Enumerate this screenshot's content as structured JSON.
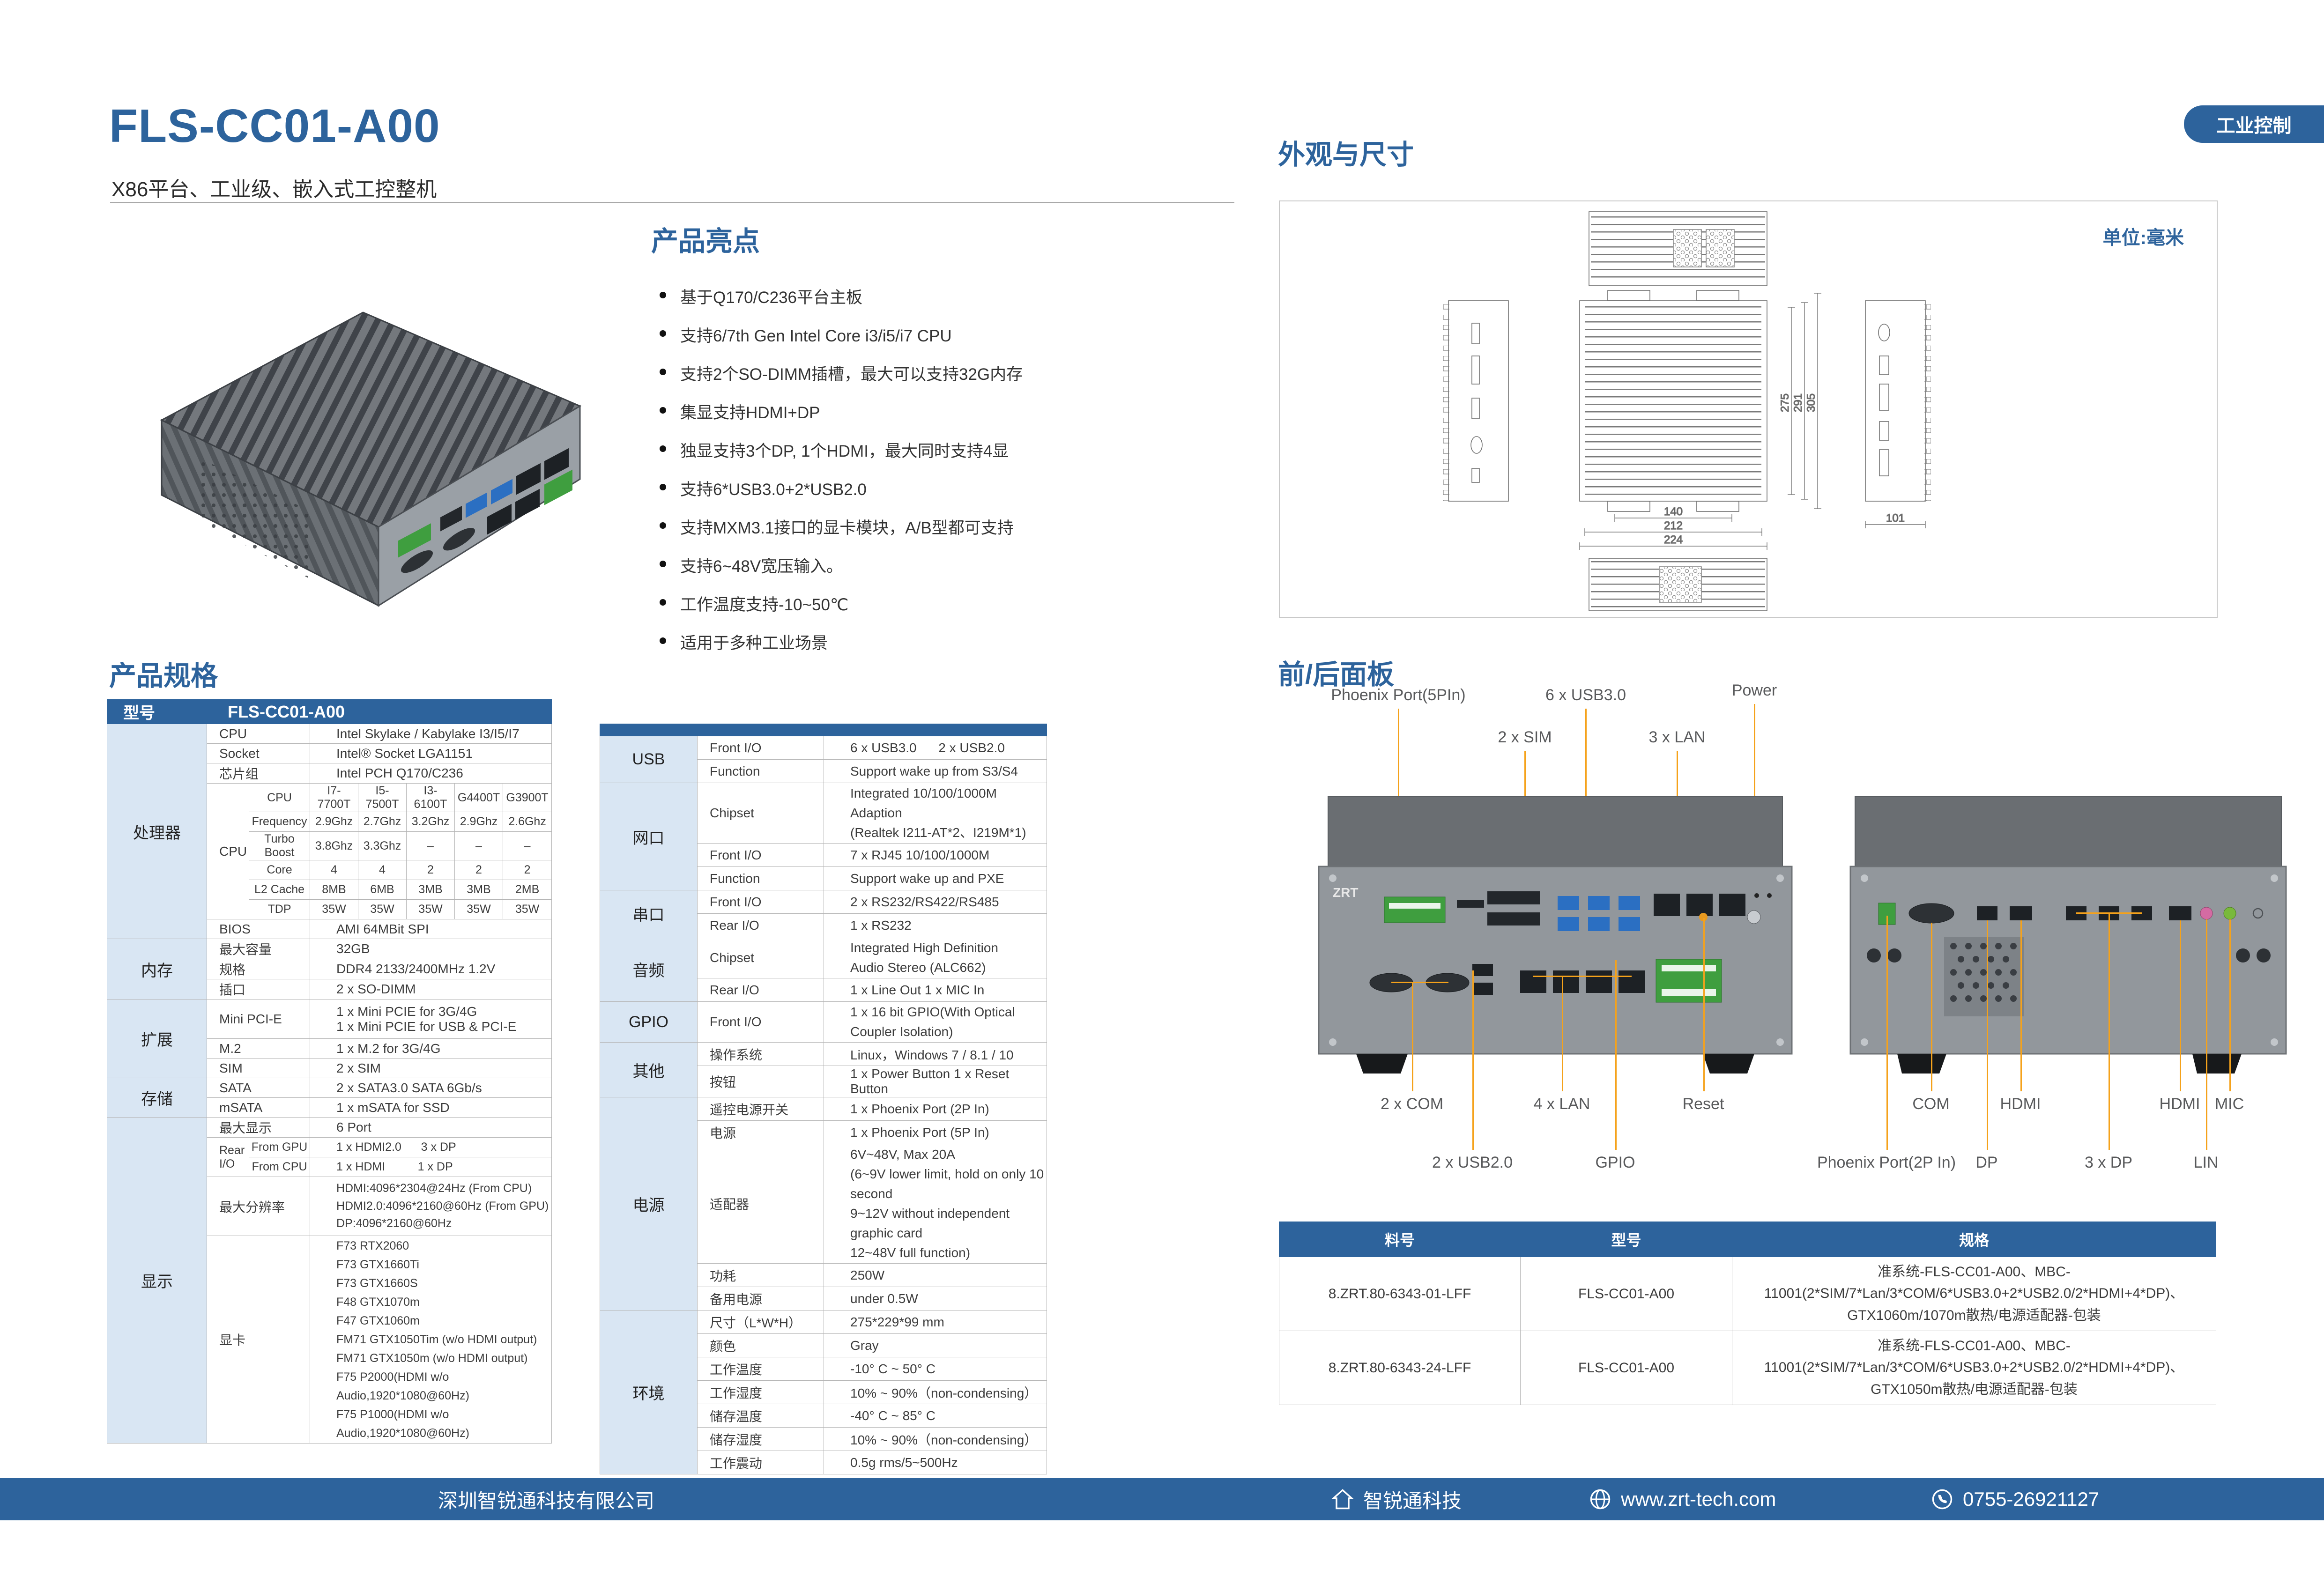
{
  "page": {
    "title": "FLS-CC01-A00",
    "subtitle": "X86平台、工业级、嵌入式工控整机",
    "badge": "工业控制"
  },
  "highlights": {
    "heading": "产品亮点",
    "items": [
      "基于Q170/C236平台主板",
      "支持6/7th Gen Intel Core i3/i5/i7 CPU",
      "支持2个SO-DIMM插槽，最大可以支持32G内存",
      "集显支持HDMI+DP",
      "独显支持3个DP, 1个HDMI，最大同时支持4显",
      "支持6*USB3.0+2*USB2.0",
      "支持MXM3.1接口的显卡模块，A/B型都可支持",
      "支持6~48V宽压输入。",
      "工作温度支持-10~50℃",
      "适用于多种工业场景"
    ]
  },
  "specs_heading": "产品规格",
  "lt": {
    "hdr_label": "型号",
    "hdr_value": "FLS-CC01-A00",
    "cat_cpu": "处理器",
    "cat_mem": "内存",
    "cat_exp": "扩展",
    "cat_sto": "存储",
    "cat_disp": "显示",
    "cpu": "CPU",
    "cpu_v": "Intel Skylake / Kabylake I3/I5/I7",
    "socket": "Socket",
    "socket_v": "Intel® Socket LGA1151",
    "chipset": "芯片组",
    "chipset_v": "Intel PCH Q170/C236",
    "sub_cpu": "CPU",
    "r_cpu": "CPU",
    "r_cpu_v": [
      "I7-7700T",
      "I5-7500T",
      "I3-6100T",
      "G4400T",
      "G3900T"
    ],
    "r_freq": "Frequency",
    "r_freq_v": [
      "2.9Ghz",
      "2.7Ghz",
      "3.2Ghz",
      "2.9Ghz",
      "2.6Ghz"
    ],
    "r_turbo": "Turbo Boost",
    "r_turbo_v": [
      "3.8Ghz",
      "3.3Ghz",
      "–",
      "–",
      "–"
    ],
    "r_core": "Core",
    "r_core_v": [
      "4",
      "4",
      "2",
      "2",
      "2"
    ],
    "r_l2": "L2 Cache",
    "r_l2_v": [
      "8MB",
      "6MB",
      "3MB",
      "3MB",
      "2MB"
    ],
    "r_tdp": "TDP",
    "r_tdp_v": [
      "35W",
      "35W",
      "35W",
      "35W",
      "35W"
    ],
    "bios": "BIOS",
    "bios_v": "AMI 64MBit SPI",
    "mem_cap": "最大容量",
    "mem_cap_v": "32GB",
    "mem_spec": "规格",
    "mem_spec_v": "DDR4 2133/2400MHz 1.2V",
    "mem_slot": "插口",
    "mem_slot_v": "2 x SO-DIMM",
    "mini": "Mini PCI-E",
    "mini_v1": "1 x Mini PCIE for 3G/4G",
    "mini_v2": "1 x Mini PCIE for USB & PCI-E",
    "m2": "M.2",
    "m2_v": "1 x M.2 for 3G/4G",
    "sim": "SIM",
    "sim_v": "2 x SIM",
    "sata": "SATA",
    "sata_v": "2 x SATA3.0 SATA 6Gb/s",
    "msata": "mSATA",
    "msata_v": "1 x mSATA for SSD",
    "maxdisp": "最大显示",
    "maxdisp_v": "6 Port",
    "rear": "Rear I/O",
    "from_gpu": "From GPU",
    "from_gpu_v": "1 x HDMI2.0      3 x DP",
    "from_cpu": "From CPU",
    "from_cpu_v": "1 x HDMI          1 x DP",
    "maxres": "最大分辨率",
    "maxres_v": [
      "HDMI:4096*2304@24Hz (From CPU)",
      "HDMI2.0:4096*2160@60Hz (From GPU)",
      "DP:4096*2160@60Hz"
    ],
    "gpu": "显卡",
    "gpu_v": [
      "F73 RTX2060",
      "F73 GTX1660Ti",
      "F73 GTX1660S",
      "F48 GTX1070m",
      "F47 GTX1060m",
      "FM71 GTX1050Tim (w/o HDMI output)",
      "FM71 GTX1050m (w/o HDMI output)",
      "F75 P2000(HDMI w/o Audio,1920*1080@60Hz)",
      "F75 P1000(HDMI w/o Audio,1920*1080@60Hz)"
    ]
  },
  "rt": {
    "cat_usb": "USB",
    "usb_front": "Front I/O",
    "usb_front_v": "6 x USB3.0      2 x USB2.0",
    "usb_func": "Function",
    "usb_func_v": "Support wake up from S3/S4",
    "cat_lan": "网口",
    "lan_chip": "Chipset",
    "lan_chip_v1": "Integrated 10/100/1000M Adaption",
    "lan_chip_v2": "(Realtek I211-AT*2、I219M*1)",
    "lan_front": "Front I/O",
    "lan_front_v": "7 x RJ45 10/100/1000M",
    "lan_func": "Function",
    "lan_func_v": "Support wake up and PXE",
    "cat_com": "串口",
    "com_front": "Front I/O",
    "com_front_v": "2 x RS232/RS422/RS485",
    "com_rear": "Rear I/O",
    "com_rear_v": "1 x RS232",
    "cat_audio": "音频",
    "audio_chip": "Chipset",
    "audio_chip_v": "Integrated High Definition Audio Stereo (ALC662)",
    "audio_rear": "Rear I/O",
    "audio_rear_v": "1 x Line Out   1 x MIC In",
    "cat_gpio": "GPIO",
    "gpio_front": "Front I/O",
    "gpio_front_v": "1 x 16 bit GPIO(With Optical Coupler Isolation)",
    "cat_other": "其他",
    "os": "操作系统",
    "os_v": "Linux，Windows 7 / 8.1 / 10",
    "btn": "按钮",
    "btn_v": "1 x Power Button  1 x Reset Button",
    "cat_power": "电源",
    "remote": "遥控电源开关",
    "remote_v": "1 x Phoenix Port (2P In)",
    "pwr": "电源",
    "pwr_v": "1 x Phoenix Port (5P In)",
    "adapter": "适配器",
    "adapter_v": [
      "6V~48V, Max 20A",
      "(6~9V lower limit, hold on only 10 second",
      "9~12V without independent graphic card",
      "12~48V full function)"
    ],
    "consume": "功耗",
    "consume_v": "250W",
    "standby": "备用电源",
    "standby_v": "under 0.5W",
    "cat_env": "环境",
    "size": "尺寸（L*W*H）",
    "size_v": "275*229*99 mm",
    "color": "颜色",
    "color_v": "Gray",
    "optemp": "工作温度",
    "optemp_v": "-10° C ~ 50° C",
    "ophum": "工作湿度",
    "ophum_v": "10% ~ 90%（non-condensing）",
    "sttemp": "储存温度",
    "sttemp_v": "-40° C ~ 85° C",
    "sthum": "储存湿度",
    "sthum_v": "10% ~ 90%（non-condensing）",
    "vib": "工作震动",
    "vib_v": "0.5g rms/5~500Hz"
  },
  "appearance": {
    "heading": "外观与尺寸",
    "unit": "单位:毫米",
    "dims": {
      "d305": "305",
      "d291": "291",
      "d275": "275",
      "d140": "140",
      "d212": "212",
      "d224": "224",
      "d101": "101"
    }
  },
  "panels": {
    "heading": "前/后面板",
    "front_top": [
      "Phoenix Port(5PIn)",
      "2 x SIM",
      "6 x USB3.0",
      "3 x LAN",
      "Power"
    ],
    "front_bottom": [
      "2 x COM",
      "2 x USB2.0",
      "4 x LAN",
      "GPIO",
      "Reset"
    ],
    "rear_top": [
      "COM",
      "HDMI",
      "HDMI",
      "MIC"
    ],
    "rear_bottom": [
      "Phoenix Port(2P In)",
      "DP",
      "3 x DP",
      "LIN"
    ]
  },
  "order_table": {
    "headers": [
      "料号",
      "型号",
      "规格"
    ],
    "rows": [
      {
        "pn": "8.ZRT.80-6343-01-LFF",
        "model": "FLS-CC01-A00",
        "spec": "准系统-FLS-CC01-A00、MBC-11001(2*SIM/7*Lan/3*COM/6*USB3.0+2*USB2.0/2*HDMI+4*DP)、GTX1060m/1070m散热/电源适配器-包装"
      },
      {
        "pn": "8.ZRT.80-6343-24-LFF",
        "model": "FLS-CC01-A00",
        "spec": "准系统-FLS-CC01-A00、MBC-11001(2*SIM/7*Lan/3*COM/6*USB3.0+2*USB2.0/2*HDMI+4*DP)、GTX1050m散热/电源适配器-包装"
      }
    ]
  },
  "footer": {
    "company": "深圳智锐通科技有限公司",
    "brand": "智锐通科技",
    "website": "www.zrt-tech.com",
    "phone": "0755-26921127"
  },
  "colors": {
    "accent": "#2D639C",
    "light_blue": "#D9E6F3",
    "callout": "#F5A21B"
  }
}
